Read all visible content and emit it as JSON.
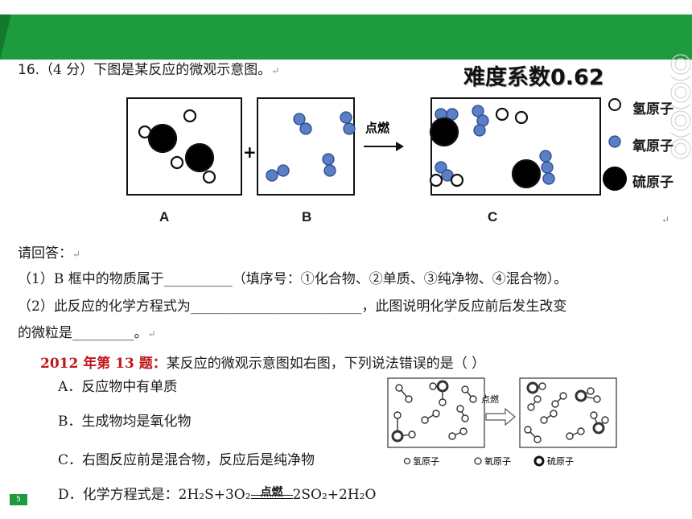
{
  "difficulty": "难度系数0.62",
  "q16": {
    "number": "16.",
    "score": "（4 分）",
    "stem": "下图是某反应的微观示意图。",
    "labels": {
      "a": "A",
      "b": "B",
      "c": "C"
    },
    "plus": "+",
    "condition": "点燃",
    "legend": {
      "hydrogen": "氢原子",
      "oxygen": "氧原子",
      "sulfur": "硫原子"
    },
    "prompt": "请回答：",
    "part1": "（1）B 框中的物质属于__________（填序号：①化合物、②单质、③纯净物、④混合物）。",
    "part2": "（2）此反应的化学方程式为_________________________，此图说明化学反应前后发生改变",
    "part3": "的微粒是_________。"
  },
  "q2012": {
    "title": "2012 年第 13 题：",
    "stem": "某反应的微观示意图如右图，下列说法错误的是（    ）",
    "options": {
      "a": "A．反应物中有单质",
      "b": "B．生成物均是氧化物",
      "c": "C．右图反应前是混合物，反应后是纯净物",
      "d_prefix": "D．化学方程式是：",
      "d_lhs": "2H₂S+3O₂",
      "d_condition": "点燃",
      "d_rhs": "2SO₂+2H₂O"
    },
    "condition": "点燃",
    "legend": {
      "hydrogen": "氢原子",
      "oxygen": "氧原子",
      "sulfur": "硫原子"
    }
  },
  "page_number": "5",
  "colors": {
    "banner": "#1e9b3c",
    "oxygen": "#5b7fc6",
    "red_title": "#c0161b"
  }
}
